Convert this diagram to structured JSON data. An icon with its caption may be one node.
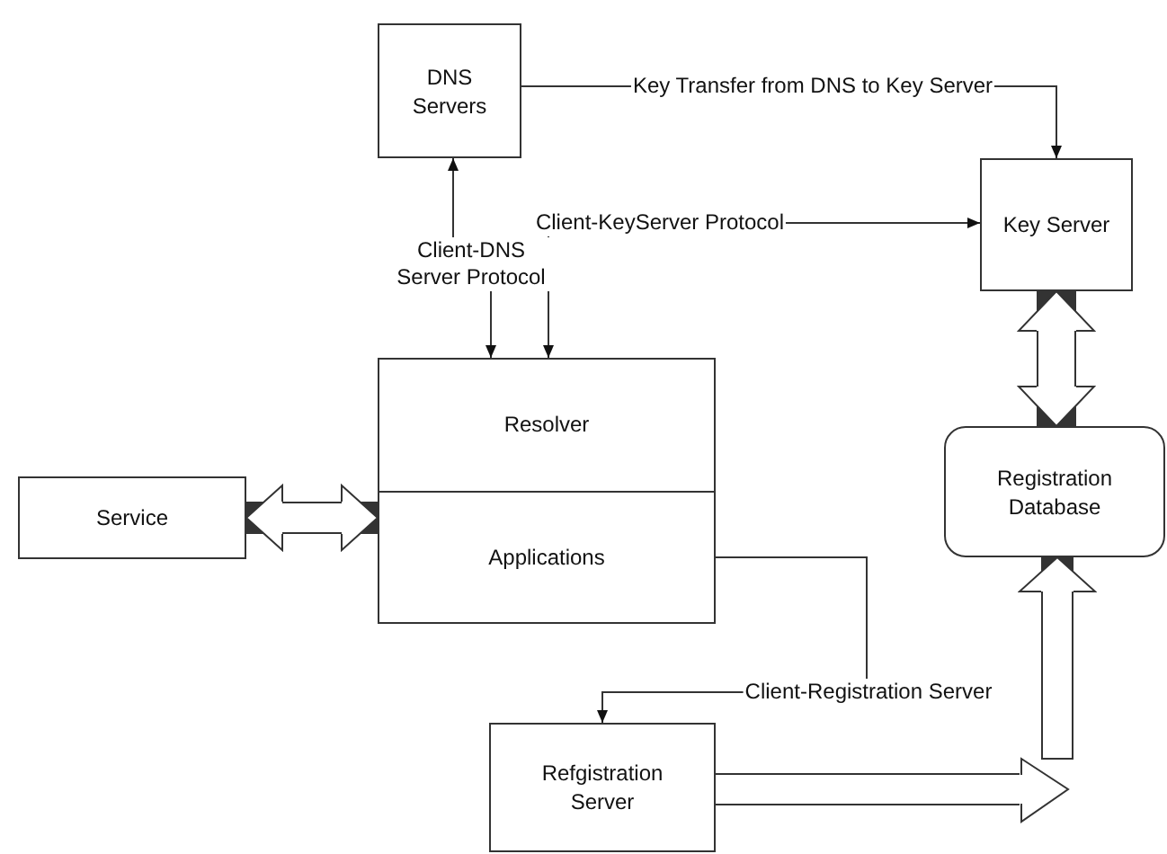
{
  "diagram": {
    "nodes": [
      {
        "text": [
          "DNS Servers"
        ]
      },
      {
        "text": [
          "Key Server"
        ]
      },
      {
        "text": [
          "Resolver",
          "Applications"
        ]
      },
      {
        "text": [
          "Service"
        ]
      },
      {
        "text": [
          "Registration Database"
        ]
      },
      {
        "text": [
          "Refgistration Server"
        ]
      }
    ],
    "edges": [
      {
        "from": 0,
        "to": 1,
        "arrow": "to",
        "label": "Key Transfer from DNS to Key Server"
      },
      {
        "from": 2,
        "to": 1,
        "arrow": "both",
        "label": "Client-KeyServer Protocol"
      },
      {
        "from": 2,
        "to": 0,
        "arrow": "both",
        "label": "Client-DNS Server Protocol"
      },
      {
        "from": 3,
        "to": 2,
        "arrow": "both",
        "style": "thick"
      },
      {
        "from": 1,
        "to": 4,
        "arrow": "both",
        "style": "thick"
      },
      {
        "from": 2,
        "to": 5,
        "arrow": "to",
        "label": "Client-Registration Server"
      },
      {
        "from": 5,
        "to": 4,
        "arrow": "to",
        "style": "thick"
      }
    ]
  }
}
